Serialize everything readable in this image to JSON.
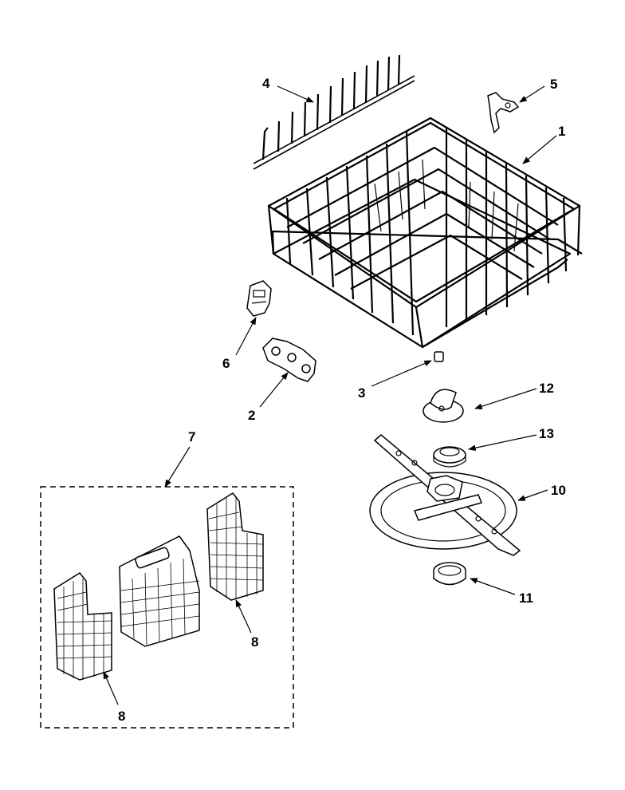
{
  "header": {
    "text": ""
  },
  "callouts": {
    "c1": "1",
    "c2": "2",
    "c3": "3",
    "c4": "4",
    "c5": "5",
    "c6": "6",
    "c7": "7",
    "c8a": "8",
    "c8b": "8",
    "c10": "10",
    "c11": "11",
    "c12": "12",
    "c13": "13"
  },
  "parts": [
    {
      "num": "1",
      "icon": "lower-rack-icon"
    },
    {
      "num": "2",
      "icon": "rack-roller-icon"
    },
    {
      "num": "3",
      "icon": "roller-axle-icon"
    },
    {
      "num": "4",
      "icon": "tine-row-icon"
    },
    {
      "num": "5",
      "icon": "rack-clip-icon"
    },
    {
      "num": "6",
      "icon": "roller-bracket-icon"
    },
    {
      "num": "7",
      "icon": "silverware-basket-assembly-icon"
    },
    {
      "num": "8",
      "icon": "basket-side-icon"
    },
    {
      "num": "10",
      "icon": "spray-arm-assembly-icon"
    },
    {
      "num": "11",
      "icon": "bearing-ring-icon"
    },
    {
      "num": "12",
      "icon": "nut-cap-icon"
    },
    {
      "num": "13",
      "icon": "seal-icon"
    }
  ]
}
